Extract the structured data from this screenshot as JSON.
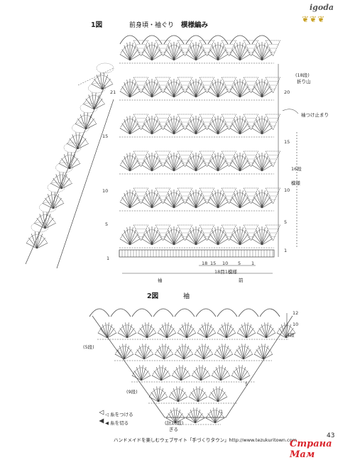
{
  "brand": {
    "name": "igoda"
  },
  "figure1": {
    "label": "1図",
    "caption": "前身頃・袖ぐり",
    "pattern_title": "模様編み",
    "row_labels_left": [
      "15",
      "10",
      "5",
      "1"
    ],
    "row_labels_right": [
      "20",
      "15",
      "10",
      "5",
      "1"
    ],
    "row_label_left_upper": "21",
    "note_rows_18": "(18段)",
    "note_fold": "折り山",
    "note_sleeve_start": "袖つけ止まり",
    "note_side_rows": "16段",
    "note_side_pattern": "模様",
    "bottom_counts": [
      "18",
      "15",
      "10",
      "5",
      "1"
    ],
    "repeat_label": "18目1模様",
    "bottom_left_label": "袖",
    "bottom_right_label": "前"
  },
  "figure2": {
    "label": "2図",
    "caption": "袖",
    "row_labels_right": [
      "12",
      "10",
      "5",
      "1"
    ],
    "note_4rows": "4段",
    "note_5rows": "(5段)",
    "note_9rows": "(9段)",
    "note_10rows": "(計10段)",
    "note_end": "ぎる"
  },
  "legend": {
    "attach": "◁ 糸をつける",
    "cut": "◀ 糸を切る"
  },
  "footer": {
    "text": "ハンドメイドを楽しむウェブサイト「手づくりタウン」http://www.tezukuritown.com",
    "page": "43"
  },
  "watermark": {
    "text": "Страна Мам"
  }
}
